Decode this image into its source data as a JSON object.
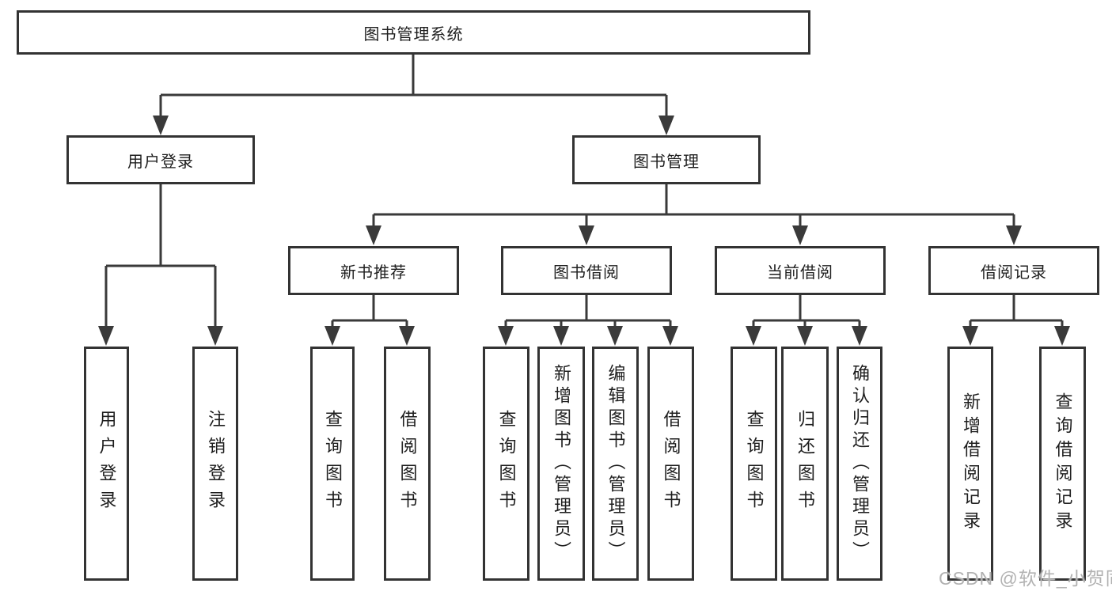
{
  "diagram": {
    "root": {
      "label": "图书管理系统",
      "children": [
        {
          "label": "用户登录",
          "children": [
            {
              "label": "用户登录"
            },
            {
              "label": "注销登录"
            }
          ]
        },
        {
          "label": "图书管理",
          "children": [
            {
              "label": "新书推荐",
              "children": [
                {
                  "label": "查询图书"
                },
                {
                  "label": "借阅图书"
                }
              ]
            },
            {
              "label": "图书借阅",
              "children": [
                {
                  "label": "查询图书"
                },
                {
                  "label": "新增图书（管理员）"
                },
                {
                  "label": "编辑图书（管理员）"
                },
                {
                  "label": "借阅图书"
                }
              ]
            },
            {
              "label": "当前借阅",
              "children": [
                {
                  "label": "查询图书"
                },
                {
                  "label": "归还图书"
                },
                {
                  "label": "确认归还（管理员）"
                }
              ]
            },
            {
              "label": "借阅记录",
              "children": [
                {
                  "label": "新增借阅记录"
                },
                {
                  "label": "查询借阅记录"
                }
              ]
            }
          ]
        }
      ]
    },
    "colors": {
      "line": "#3a3a3a",
      "border": "#333333",
      "fill": "#ffffff",
      "text": "#1e1e1e",
      "background": "#ffffff"
    }
  },
  "watermark": {
    "text": "CSDN @软件_小贺同学",
    "color": "#b2b2b2"
  }
}
